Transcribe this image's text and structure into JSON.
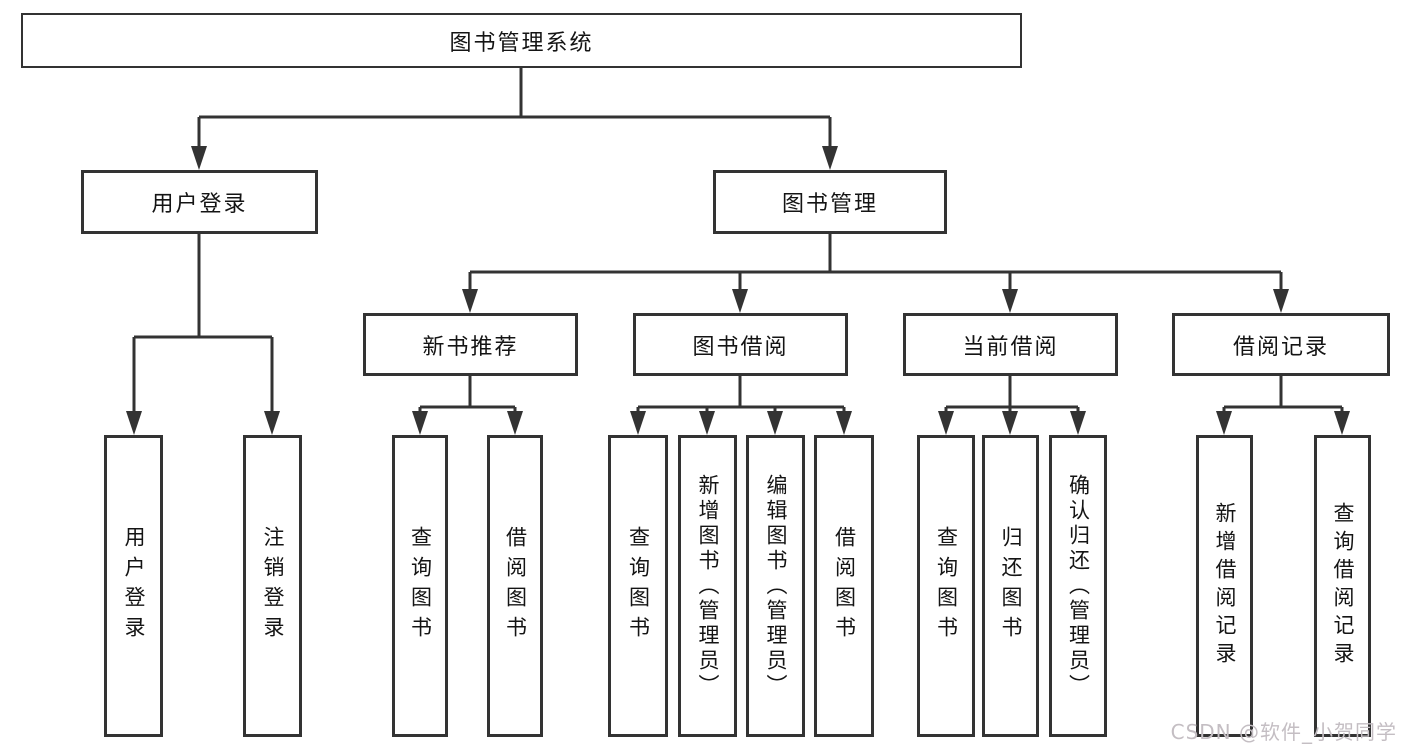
{
  "diagram_type": "hierarchy-chart",
  "tree": {
    "label": "图书管理系统",
    "children": [
      {
        "label": "用户登录",
        "children": [
          {
            "label": "用户登录"
          },
          {
            "label": "注销登录"
          }
        ]
      },
      {
        "label": "图书管理",
        "children": [
          {
            "label": "新书推荐",
            "children": [
              {
                "label": "查询图书"
              },
              {
                "label": "借阅图书"
              }
            ]
          },
          {
            "label": "图书借阅",
            "children": [
              {
                "label": "查询图书"
              },
              {
                "label": "新增图书（管理员）"
              },
              {
                "label": "编辑图书（管理员）"
              },
              {
                "label": "借阅图书"
              }
            ]
          },
          {
            "label": "当前借阅",
            "children": [
              {
                "label": "查询图书"
              },
              {
                "label": "归还图书"
              },
              {
                "label": "确认归还（管理员）"
              }
            ]
          },
          {
            "label": "借阅记录",
            "children": [
              {
                "label": "新增借阅记录"
              },
              {
                "label": "查询借阅记录"
              }
            ]
          }
        ]
      }
    ]
  },
  "watermark": {
    "text": "CSDN @软件_小贺同学"
  },
  "colors": {
    "line": "#333333",
    "box_border": "#333333",
    "box_fill": "#ffffff",
    "text": "#141414",
    "watermark": "#c4bec3",
    "background": "#ffffff"
  }
}
